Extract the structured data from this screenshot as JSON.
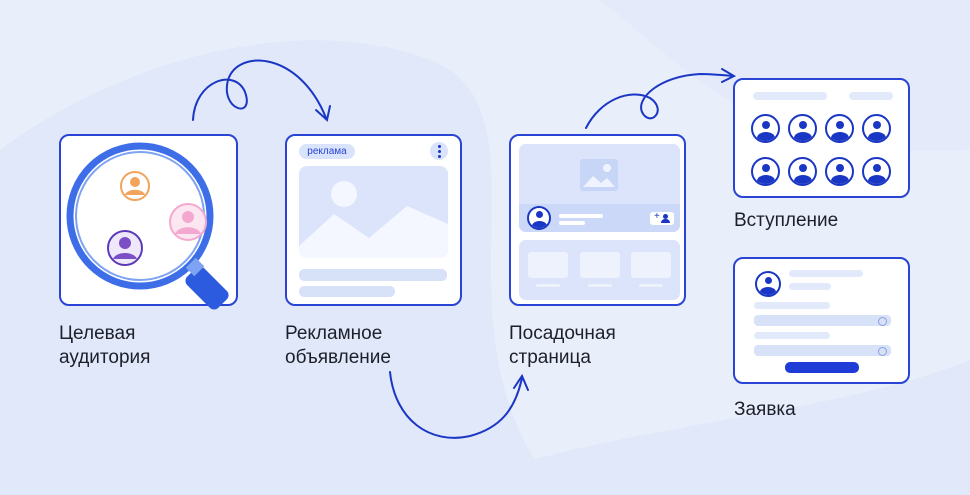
{
  "steps": {
    "audience": {
      "label_line1": "Целевая",
      "label_line2": "аудитория"
    },
    "ad": {
      "label_line1": "Рекламное",
      "label_line2": "объявление",
      "badge": "реклама",
      "menu_icon": "more-vertical-icon"
    },
    "landing": {
      "label_line1": "Посадочная",
      "label_line2": "страница",
      "follow_button": "+"
    },
    "join": {
      "label": "Вступление"
    },
    "application": {
      "label": "Заявка"
    }
  },
  "colors": {
    "accent": "#2a44d6",
    "background": "#e9eefb",
    "placeholder": "#d7e1f8",
    "lens_outer": "#3d6ee8",
    "avatar_orange": "#f2a35c",
    "avatar_pink": "#f3a9cf",
    "avatar_purple": "#7c4fc7"
  }
}
